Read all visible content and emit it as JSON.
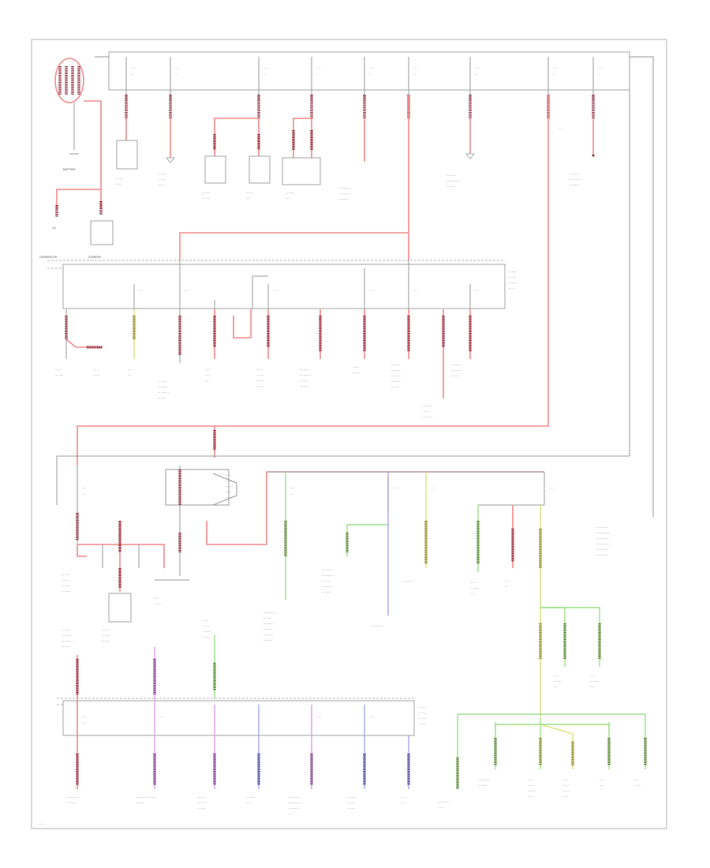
{
  "diagram": {
    "battery_label": "BATTERY",
    "generator_label": "GENERATOR",
    "starter_label": "STARTER",
    "g1_label": "G1"
  }
}
